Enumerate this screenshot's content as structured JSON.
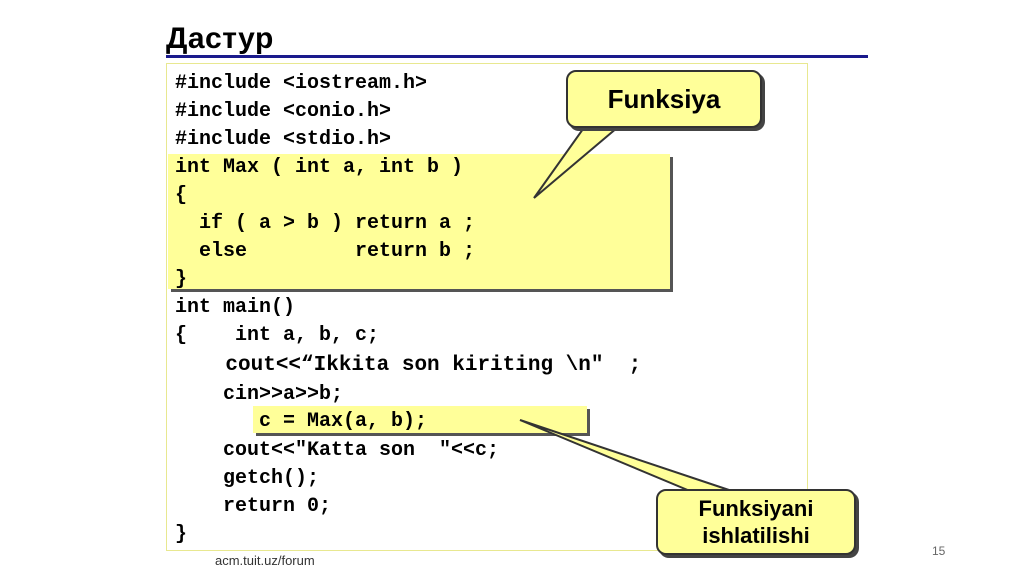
{
  "slide": {
    "title": "Дастур",
    "footer": "acm.tuit.uz/forum",
    "page_number": "15"
  },
  "code_lines": [
    "#include <iostream.h>",
    "#include <conio.h>",
    "#include <stdio.h>",
    "int Max ( int a, int b )",
    "{",
    "  if ( a > b ) return a ;",
    "  else         return b ;",
    "}",
    "int main()",
    "{    int a, b, c;",
    "    cout<<“Ikkita son kiriting \\n\"  ;",
    "    cin>>a>>b;",
    "       c = Max(a, b);",
    "    cout<<\"Katta son  \"<<c;",
    "    getch();",
    "    return 0;",
    "}"
  ],
  "callouts": {
    "function_label": "Funksiya",
    "usage_label_line1": "Funksiyani",
    "usage_label_line2": "ishlatilishi"
  },
  "colors": {
    "highlight": "#ffff99",
    "title_rule": "#1a1a8c"
  }
}
